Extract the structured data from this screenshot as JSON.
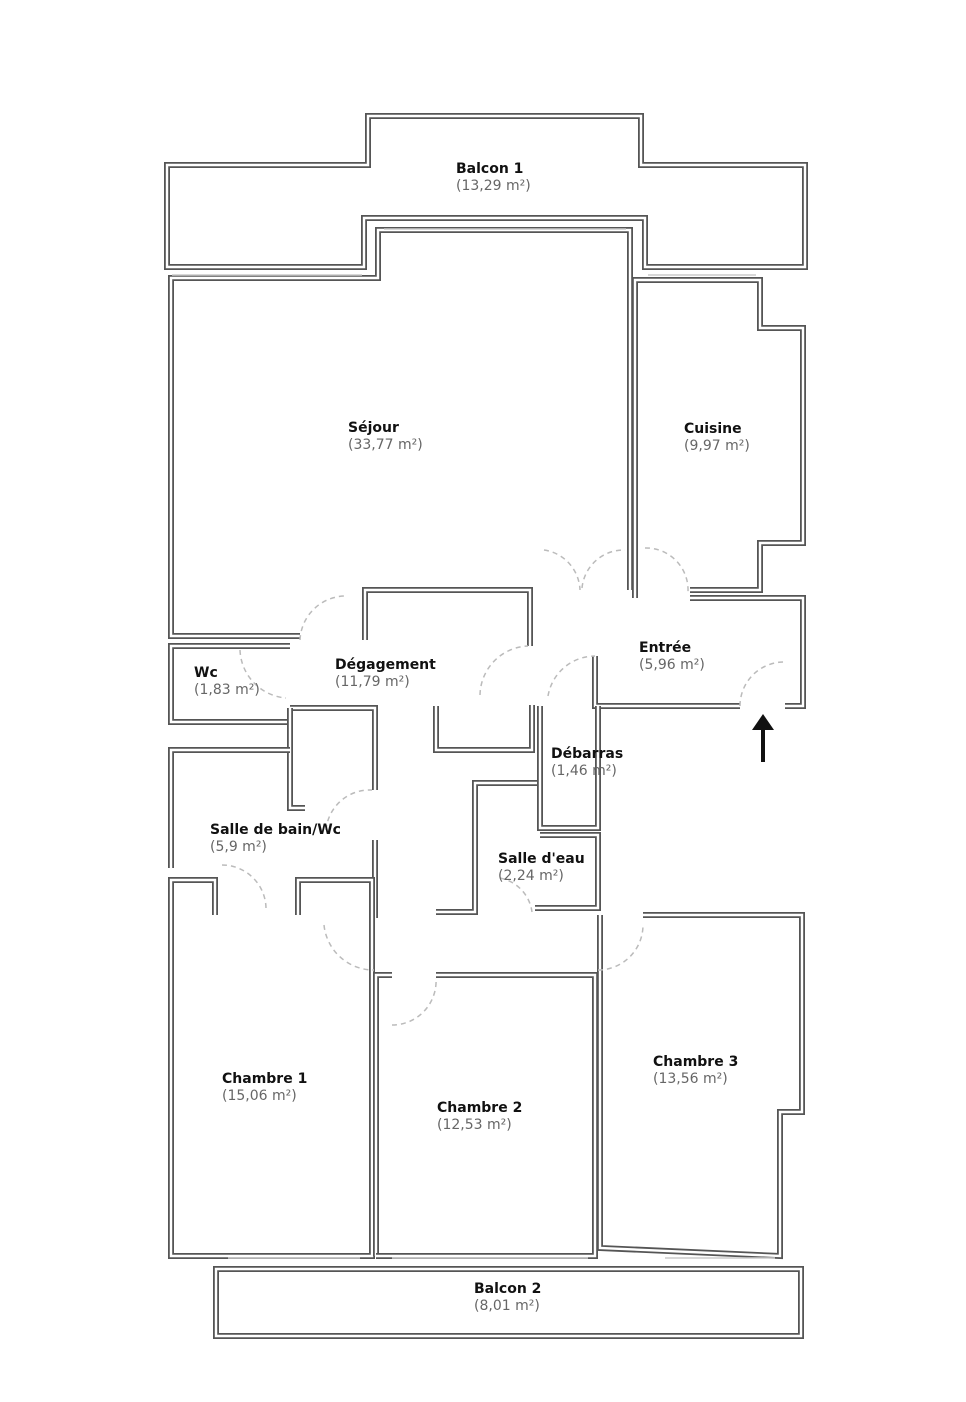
{
  "rooms": [
    {
      "name": "Balcon 1",
      "area": "(13,29 m²)"
    },
    {
      "name": "Séjour",
      "area": "(33,77 m²)"
    },
    {
      "name": "Cuisine",
      "area": "(9,97 m²)"
    },
    {
      "name": "Entrée",
      "area": "(5,96 m²)"
    },
    {
      "name": "Wc",
      "area": "(1,83 m²)"
    },
    {
      "name": "Dégagement",
      "area": "(11,79 m²)"
    },
    {
      "name": "Débarras",
      "area": "(1,46 m²)"
    },
    {
      "name": "Salle de bain/Wc",
      "area": "(5,9 m²)"
    },
    {
      "name": "Salle d'eau",
      "area": "(2,24 m²)"
    },
    {
      "name": "Chambre 1",
      "area": "(15,06 m²)"
    },
    {
      "name": "Chambre 2",
      "area": "(12,53 m²)"
    },
    {
      "name": "Chambre 3",
      "area": "(13,56 m²)"
    },
    {
      "name": "Balcon 2",
      "area": "(8,01 m²)"
    }
  ],
  "entrance_icon": "arrow-up-icon"
}
